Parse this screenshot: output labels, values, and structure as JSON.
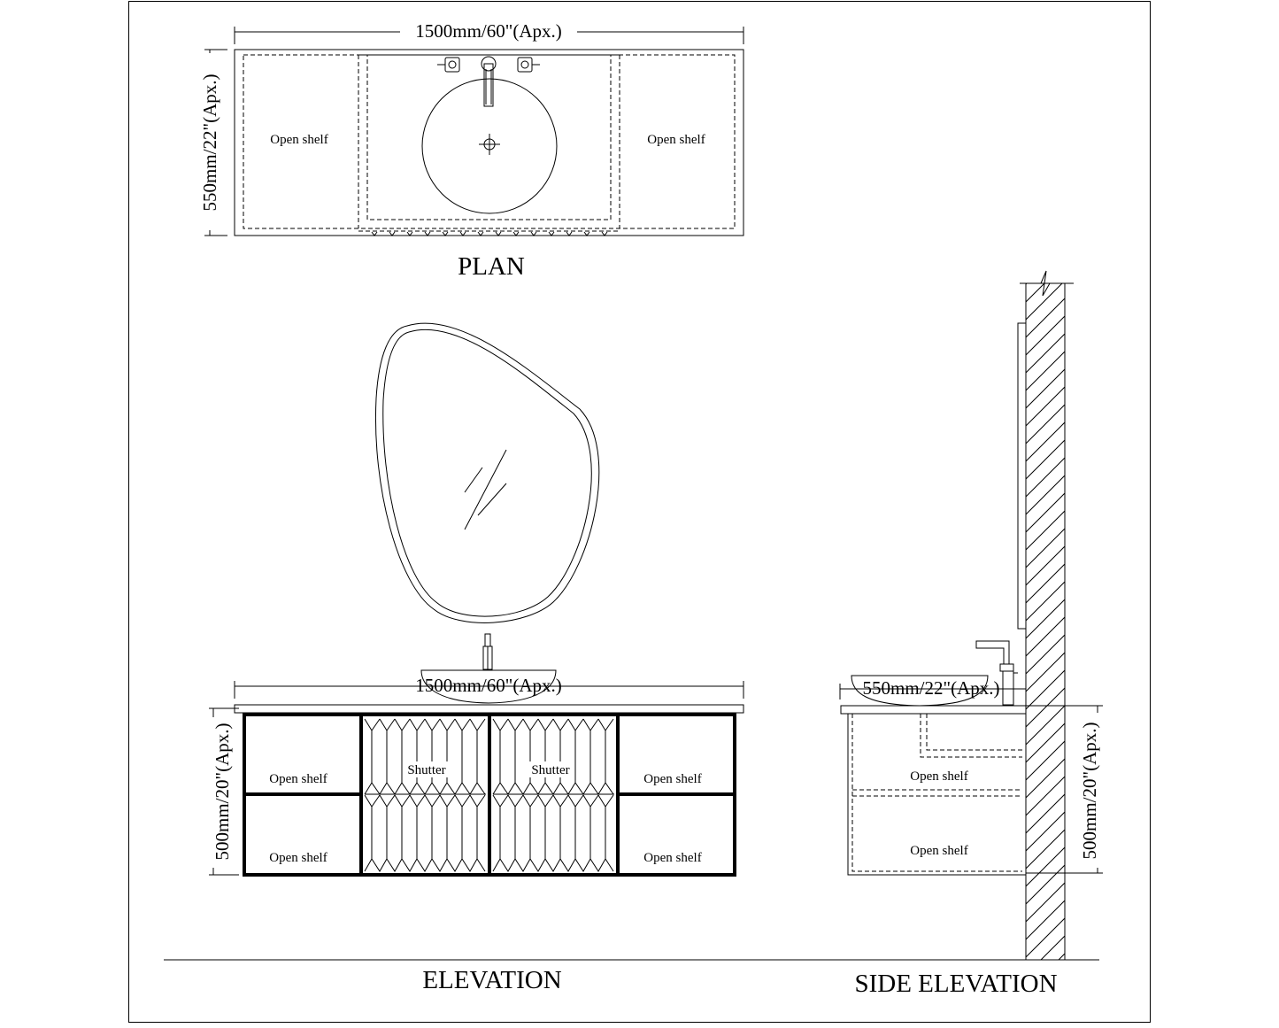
{
  "plan": {
    "title": "PLAN",
    "width_dim": "1500mm/60\"(Apx.)",
    "depth_dim": "550mm/22\"(Apx.)",
    "left_label": "Open shelf",
    "right_label": "Open shelf"
  },
  "elevation": {
    "title": "ELEVATION",
    "width_dim": "1500mm/60\"(Apx.)",
    "height_dim": "500mm/20\"(Apx.)",
    "top_left_label": "Open shelf",
    "bottom_left_label": "Open shelf",
    "top_right_label": "Open shelf",
    "bottom_right_label": "Open shelf",
    "left_shutter_label": "Shutter",
    "right_shutter_label": "Shutter"
  },
  "side_elevation": {
    "title": "SIDE ELEVATION",
    "depth_dim": "550mm/22\"(Apx.)",
    "height_dim": "500mm/20\"(Apx.)",
    "upper_label": "Open shelf",
    "lower_label": "Open shelf"
  }
}
